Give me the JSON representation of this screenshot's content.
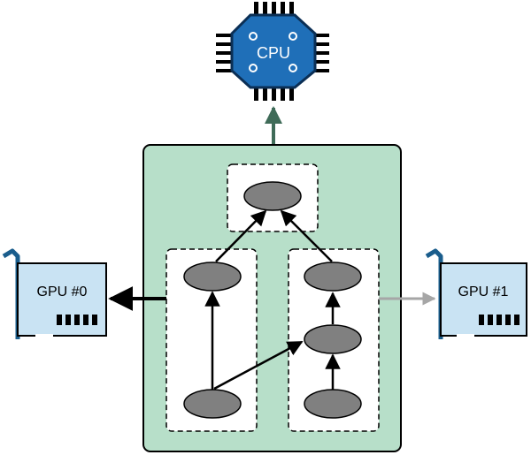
{
  "cpu": {
    "label": "CPU",
    "color": "#1f6fb8"
  },
  "gpu0": {
    "label": "GPU #0",
    "color": "#c9e3f3"
  },
  "gpu1": {
    "label": "GPU #1",
    "color": "#c9e3f3"
  },
  "colors": {
    "graph_panel": "#b7dfc9",
    "node": "#808080",
    "cpu_arrow": "#3f6b58",
    "gpu1_arrow": "#a6a6a6",
    "gpu_outline": "#1a5d8c"
  }
}
